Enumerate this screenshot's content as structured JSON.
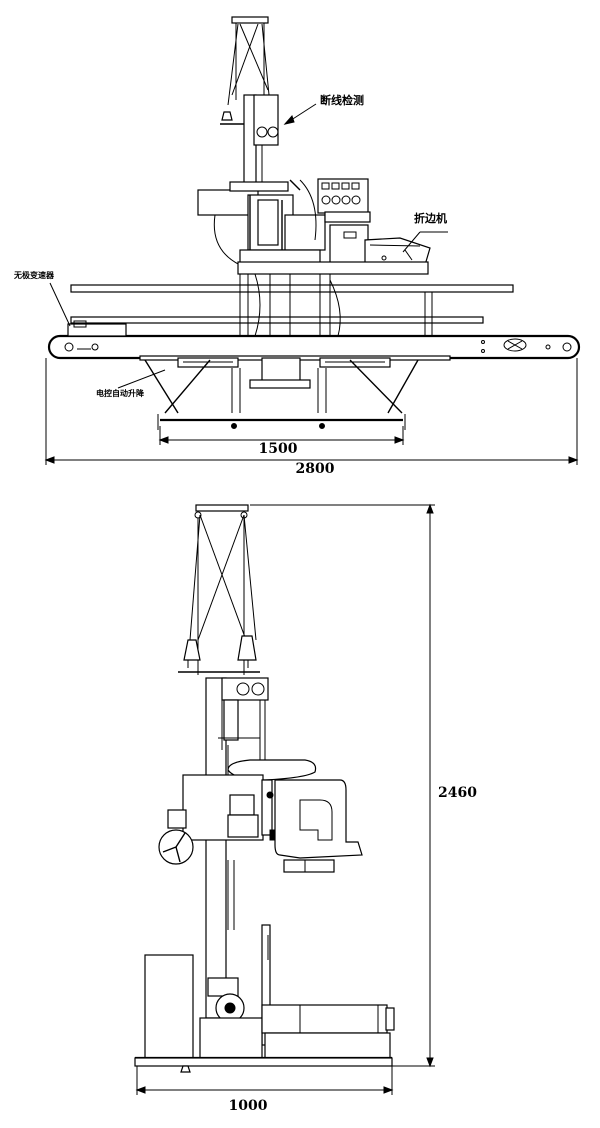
{
  "top_view": {
    "labels": {
      "break_detect": "断线检测",
      "hemmer": "折边机",
      "variable_speed": "无极变速器",
      "auto_lift": "电控自动升降"
    },
    "dimensions": {
      "inner_width": "1500",
      "overall_width": "2800"
    }
  },
  "side_view": {
    "dimensions": {
      "height": "2460",
      "depth": "1000"
    }
  },
  "colors": {
    "line": "#000000",
    "background": "#ffffff"
  }
}
